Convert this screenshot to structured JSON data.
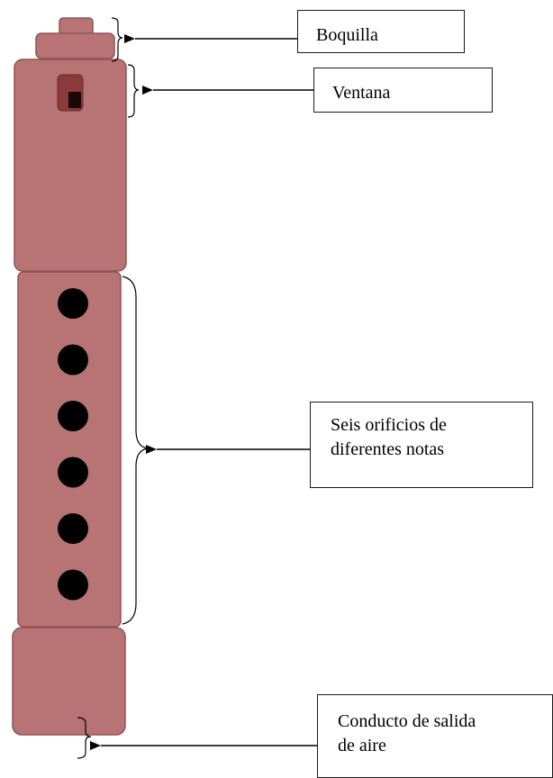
{
  "diagram": {
    "colors": {
      "body": "#b87474",
      "body_stroke": "#8f5353",
      "hole": "#000000",
      "window": "#8c3a3a",
      "line": "#000000"
    },
    "labels": {
      "boquilla": "Boquilla",
      "ventana": "Ventana",
      "orificios_line1": "Seis orificios de",
      "orificios_line2": "diferentes notas",
      "salida_line1": "Conducto de salida",
      "salida_line2": "de aire"
    },
    "hole_count": 6
  }
}
